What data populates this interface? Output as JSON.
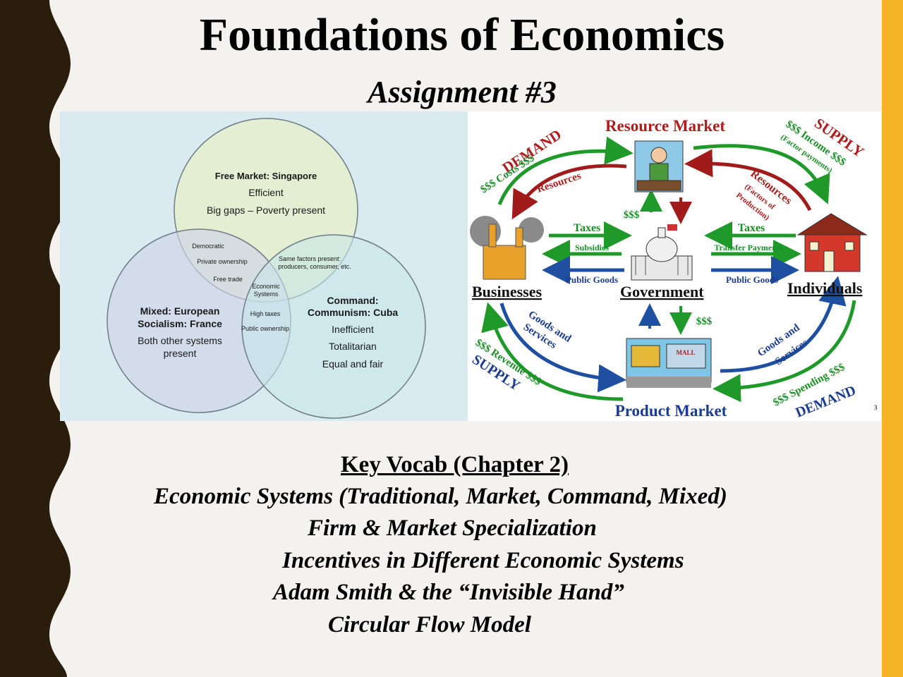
{
  "slide": {
    "title": "Foundations of Economics",
    "subtitle": "Assignment #3",
    "page_number": "3"
  },
  "venn": {
    "free_market": {
      "title": "Free Market: Singapore",
      "line1": "Efficient",
      "line2": "Big gaps – Poverty present"
    },
    "mixed": {
      "title1": "Mixed: European",
      "title2": "Socialism: France",
      "line1": "Both other systems",
      "line2": "present"
    },
    "command": {
      "title1": "Command:",
      "title2": "Communism: Cuba",
      "line1": "Inefficient",
      "line2": "Totalitarian",
      "line3": "Equal and fair"
    },
    "overlap_free_mixed": [
      "Democratic",
      "Private ownership",
      "Free trade"
    ],
    "overlap_free_command": [
      "Same factors present:",
      "producers, consumer, etc."
    ],
    "overlap_mixed_command": [
      "High taxes",
      "Public ownership"
    ],
    "center": [
      "Economic",
      "Systems"
    ]
  },
  "flow": {
    "resource_market": "Resource Market",
    "product_market": "Product Market",
    "businesses": "Businesses",
    "government": "Government",
    "individuals": "Individuals",
    "demand": "DEMAND",
    "supply": "SUPPLY",
    "costs": "$$$ Costs $$$",
    "income": "$$$ Income $$$",
    "factor_payments": "(Factor payments)",
    "resources_left": "Resources",
    "resources_right": "Resources",
    "factors_of": "(Factors of",
    "production": "Production)",
    "taxes": "Taxes",
    "subsidies": "Subsidies",
    "transfer_payments": "Transfer Payments",
    "public_goods": "Public Goods",
    "money": "$$$",
    "goods_and": "Goods and",
    "services": "Services",
    "revenue": "$$$ Revenue $$$",
    "spending": "$$$ Spending $$$",
    "mall_sign": "MALL"
  },
  "vocab": {
    "heading": "Key Vocab (Chapter 2)",
    "items": [
      "Economic Systems (Traditional, Market, Command, Mixed)",
      "Firm & Market Specialization",
      "Incentives in Different Economic Systems",
      "Adam Smith & the “Invisible Hand”",
      "Circular Flow Model"
    ]
  },
  "colors": {
    "left_border": "#2a1d0c",
    "right_bar": "#f5b326",
    "green_arrow": "#1f9a2a",
    "red_arrow": "#a11b1b",
    "blue_arrow": "#1f4fa0",
    "flow_red_text": "#b01c1c",
    "flow_blue_text": "#1b3c92",
    "flow_green_text": "#1a8f25"
  }
}
